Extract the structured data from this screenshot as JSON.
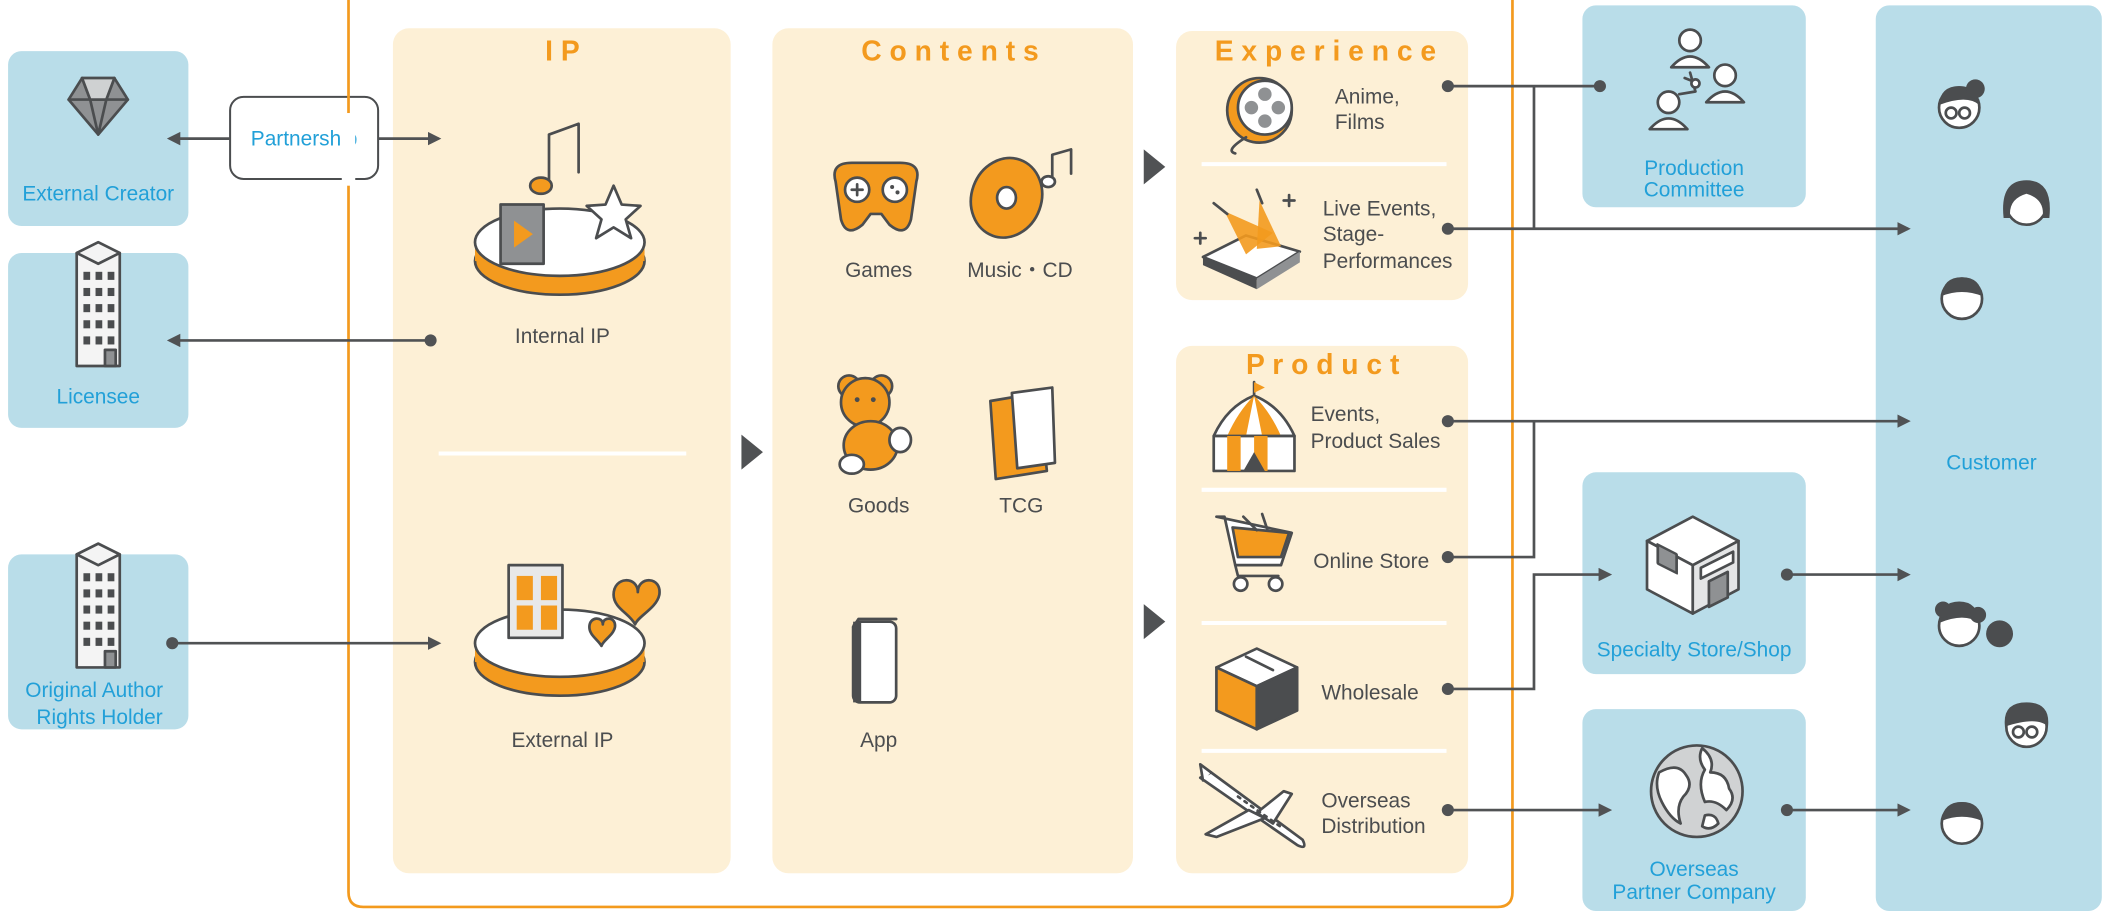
{
  "colors": {
    "panel_blue": "#b9dde9",
    "panel_cream": "#fdf0d6",
    "accent_orange": "#f39a1e",
    "label_blue": "#22a0d8",
    "text_gray": "#4b4d4f",
    "arrow_gray": "#505254"
  },
  "left": {
    "external_creator": "External Creator",
    "partnership": "Partnership",
    "licensee": "Licensee",
    "original_author_line1": "Original Author",
    "original_author_line2": "Rights Holder"
  },
  "ip": {
    "title": "I P",
    "internal": "Internal IP",
    "external": "External IP"
  },
  "contents": {
    "title": "C o n t e n t s",
    "games": "Games",
    "music": "Music・CD",
    "goods": "Goods",
    "tcg": "TCG",
    "app": "App"
  },
  "experience": {
    "title": "E x p e r i e n c e",
    "anime_line1": "Anime,",
    "anime_line2": "Films",
    "live_line1": "Live Events,",
    "live_line2": "Stage-",
    "live_line3": "Performances"
  },
  "product": {
    "title": "P r o d u c t",
    "events_line1": "Events,",
    "events_line2": "Product Sales",
    "online_store": "Online Store",
    "wholesale": "Wholesale",
    "overseas_line1": "Overseas",
    "overseas_line2": "Distribution"
  },
  "right": {
    "production_line1": "Production",
    "production_line2": "Committee",
    "specialty_store": "Specialty Store/Shop",
    "overseas_partner_line1": "Overseas",
    "overseas_partner_line2": "Partner Company",
    "customer": "Customer"
  },
  "icons": [
    "gem-icon",
    "building-icon",
    "music-film-star-icon",
    "film-hearts-icon",
    "gamepad-icon",
    "cd-music-icon",
    "teddy-bear-icon",
    "card-folder-icon",
    "smartphone-icon",
    "film-reel-icon",
    "stage-spotlight-icon",
    "tent-icon",
    "shopping-cart-icon",
    "box-icon",
    "airplane-icon",
    "people-network-icon",
    "store-icon",
    "globe-icon",
    "person-icon"
  ]
}
